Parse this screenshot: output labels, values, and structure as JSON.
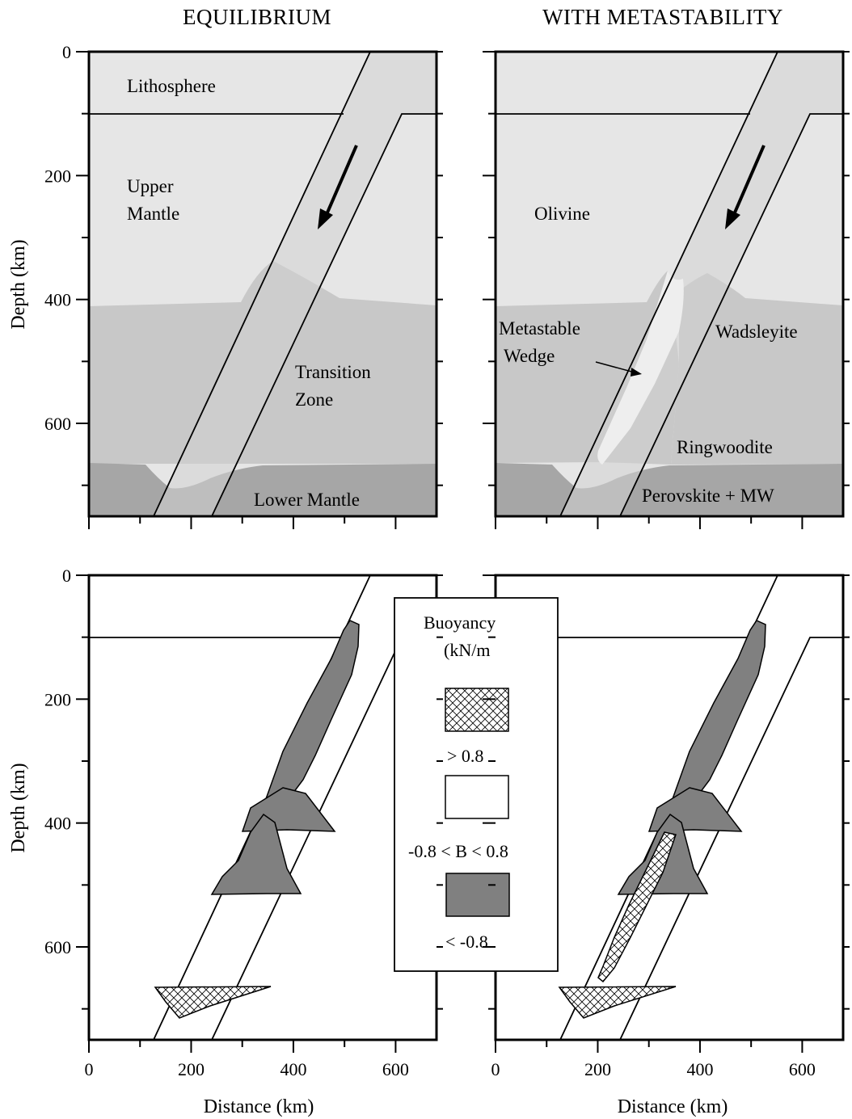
{
  "titles": {
    "left": "EQUILIBRIUM",
    "right": "WITH METASTABILITY"
  },
  "axes": {
    "ylabel": "Depth (km)",
    "xlabel": "Distance (km)",
    "y_ticks": [
      "0",
      "200",
      "400",
      "600"
    ],
    "x_ticks": [
      "0",
      "200",
      "400",
      "600"
    ],
    "x_range_km": [
      0,
      680
    ],
    "y_range_km": [
      0,
      750
    ]
  },
  "top_left": {
    "lithosphere": "Lithosphere",
    "upper": "Upper",
    "mantle": "Mantle",
    "transition": "Transition",
    "zone": "Zone",
    "lower_mantle": "Lower Mantle"
  },
  "top_right": {
    "olivine": "Olivine",
    "metastable": "Metastable",
    "wedge": "Wedge",
    "wadsleyite": "Wadsleyite",
    "ringwoodite": "Ringwoodite",
    "perovskite": "Perovskite + MW"
  },
  "legend": {
    "title_line1": "Buoyancy",
    "title_line2": "(kN/m",
    "high": "> 0.8",
    "mid": "-0.8 < B < 0.8",
    "low": "< -0.8"
  },
  "colors": {
    "upper_mantle": "#e6e6e6",
    "transition_zone": "#c8c8c8",
    "lower_mantle": "#a6a6a6",
    "slab": "#dcdcdc",
    "wedge": "#eeeeee",
    "negative_buoyancy": "#808080"
  }
}
